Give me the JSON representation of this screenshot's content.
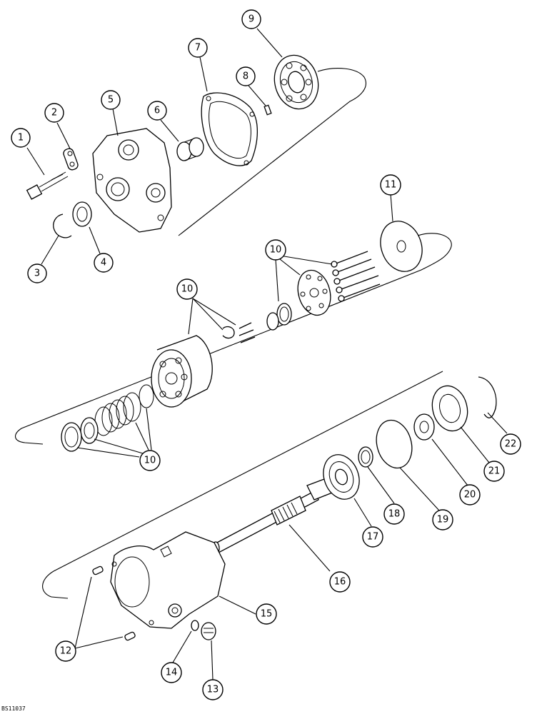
{
  "callouts": [
    {
      "id": "1",
      "label": "1"
    },
    {
      "id": "2",
      "label": "2"
    },
    {
      "id": "3",
      "label": "3"
    },
    {
      "id": "4",
      "label": "4"
    },
    {
      "id": "5",
      "label": "5"
    },
    {
      "id": "6",
      "label": "6"
    },
    {
      "id": "7",
      "label": "7"
    },
    {
      "id": "8",
      "label": "8"
    },
    {
      "id": "9",
      "label": "9"
    },
    {
      "id": "10a",
      "label": "10"
    },
    {
      "id": "10b",
      "label": "10"
    },
    {
      "id": "10c",
      "label": "10"
    },
    {
      "id": "11",
      "label": "11"
    },
    {
      "id": "12",
      "label": "12"
    },
    {
      "id": "13",
      "label": "13"
    },
    {
      "id": "14",
      "label": "14"
    },
    {
      "id": "15",
      "label": "15"
    },
    {
      "id": "16",
      "label": "16"
    },
    {
      "id": "17",
      "label": "17"
    },
    {
      "id": "18",
      "label": "18"
    },
    {
      "id": "19",
      "label": "19"
    },
    {
      "id": "20",
      "label": "20"
    },
    {
      "id": "21",
      "label": "21"
    },
    {
      "id": "22",
      "label": "22"
    }
  ],
  "corner_code": "BS11037"
}
